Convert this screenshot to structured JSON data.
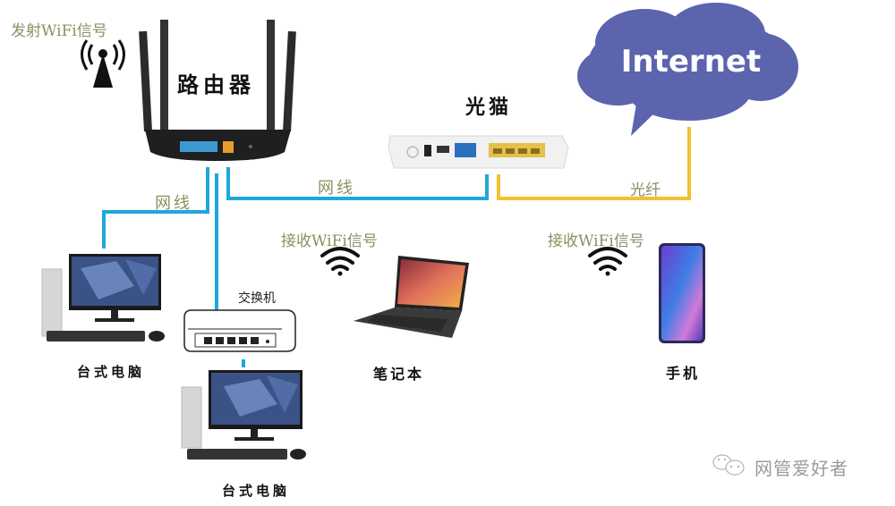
{
  "title": "家庭网络连接示意图",
  "colors": {
    "ethernet": "#1fa7db",
    "fiber": "#f2c12e",
    "cloud": "#5b64ad",
    "label_green": "#8a9160"
  },
  "nodes": {
    "internet": {
      "label": "Internet",
      "icon": "cloud-icon"
    },
    "modem": {
      "label": "光猫",
      "icon": "optical-modem-icon"
    },
    "router": {
      "label": "路由器",
      "icon": "wifi-router-icon"
    },
    "switch": {
      "label": "交换机",
      "icon": "network-switch-icon"
    },
    "desktop_1": {
      "label": "台式电脑",
      "icon": "desktop-computer-icon"
    },
    "desktop_2": {
      "label": "台式电脑",
      "icon": "desktop-computer-icon"
    },
    "laptop": {
      "label": "笔记本",
      "icon": "laptop-icon"
    },
    "phone": {
      "label": "手机",
      "icon": "smartphone-icon"
    }
  },
  "annotations": {
    "emit_wifi": "发射WiFi信号",
    "receive_wifi_laptop": "接收WiFi信号",
    "receive_wifi_phone": "接收WiFi信号"
  },
  "edges": [
    {
      "from": "internet",
      "to": "modem",
      "label": "光纤",
      "type": "fiber"
    },
    {
      "from": "modem",
      "to": "router",
      "label": "网线",
      "type": "ethernet"
    },
    {
      "from": "router",
      "to": "desktop_1",
      "label": "网线",
      "type": "ethernet"
    },
    {
      "from": "router",
      "to": "switch",
      "label": "",
      "type": "ethernet"
    },
    {
      "from": "switch",
      "to": "desktop_2",
      "label": "",
      "type": "ethernet"
    },
    {
      "from": "router",
      "to": "laptop",
      "label": "",
      "type": "wifi"
    },
    {
      "from": "router",
      "to": "phone",
      "label": "",
      "type": "wifi"
    }
  ],
  "watermark": {
    "text": "网管爱好者",
    "icon": "wechat-icon"
  }
}
